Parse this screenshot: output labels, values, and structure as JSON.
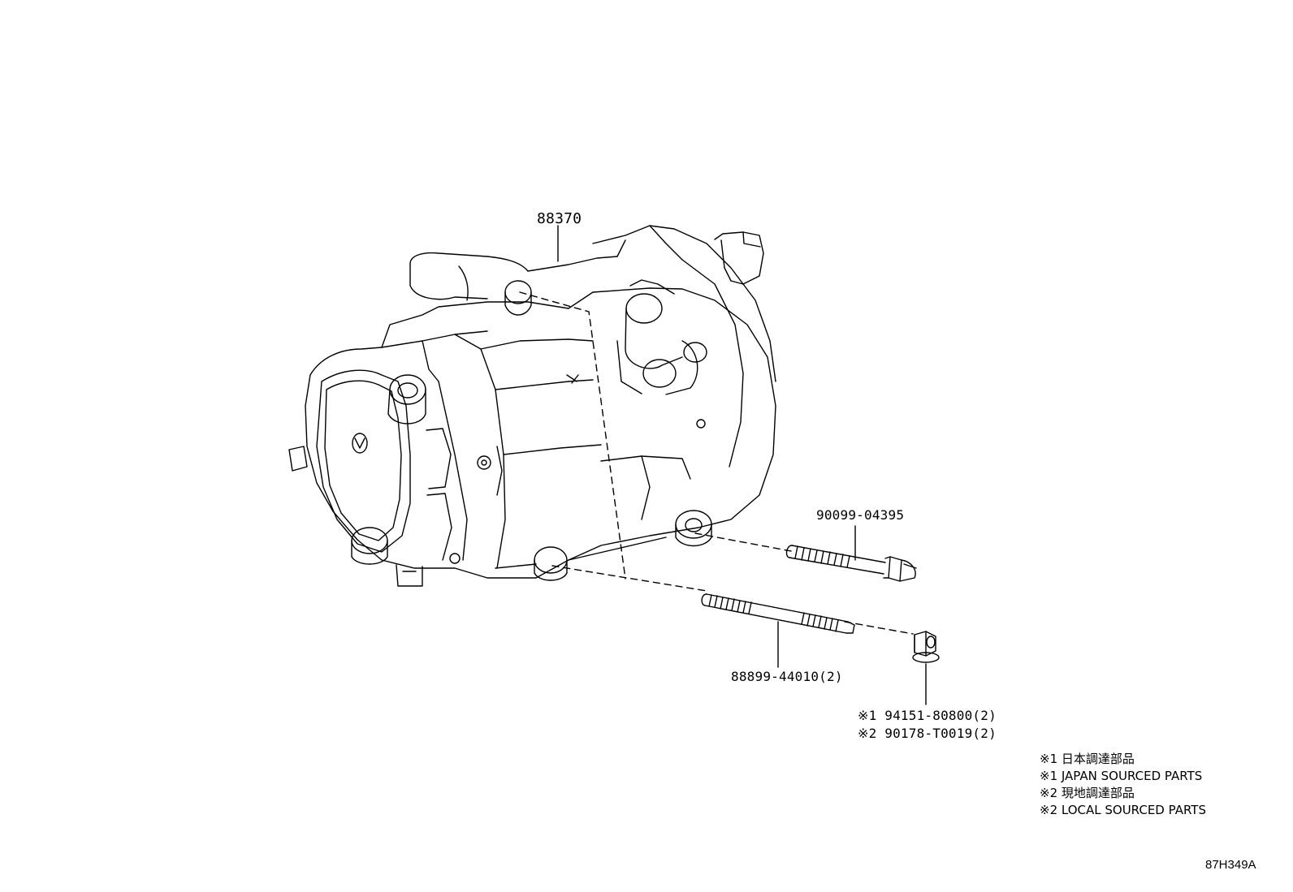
{
  "callouts": {
    "compressor": "88370",
    "bolt": "90099-04395",
    "stud": "88899-44010(2)",
    "nut_line1": "※1 94151-80800(2)",
    "nut_line2": "※2 90178-T0019(2)"
  },
  "notes": [
    "※1 日本調達部品",
    "※1 JAPAN SOURCED PARTS",
    "※2 現地調達部品",
    "※2 LOCAL SOURCED PARTS"
  ],
  "figure_ref": "87H349A"
}
